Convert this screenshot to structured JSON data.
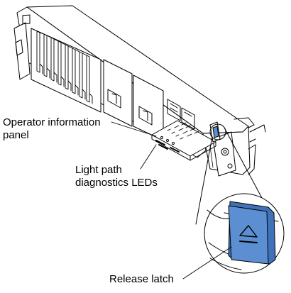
{
  "callouts": {
    "operator_panel": {
      "line1": "Operator information",
      "line2": "panel"
    },
    "light_path": {
      "line1": "Light path",
      "line2": "diagnostics LEDs"
    },
    "release_latch": {
      "text": "Release latch"
    }
  },
  "colors": {
    "line": "#000000",
    "latch_fill": "#5b8fd1",
    "latch_shade": "#3f72b8",
    "background": "#ffffff"
  },
  "icons": [
    "eject-icon"
  ]
}
